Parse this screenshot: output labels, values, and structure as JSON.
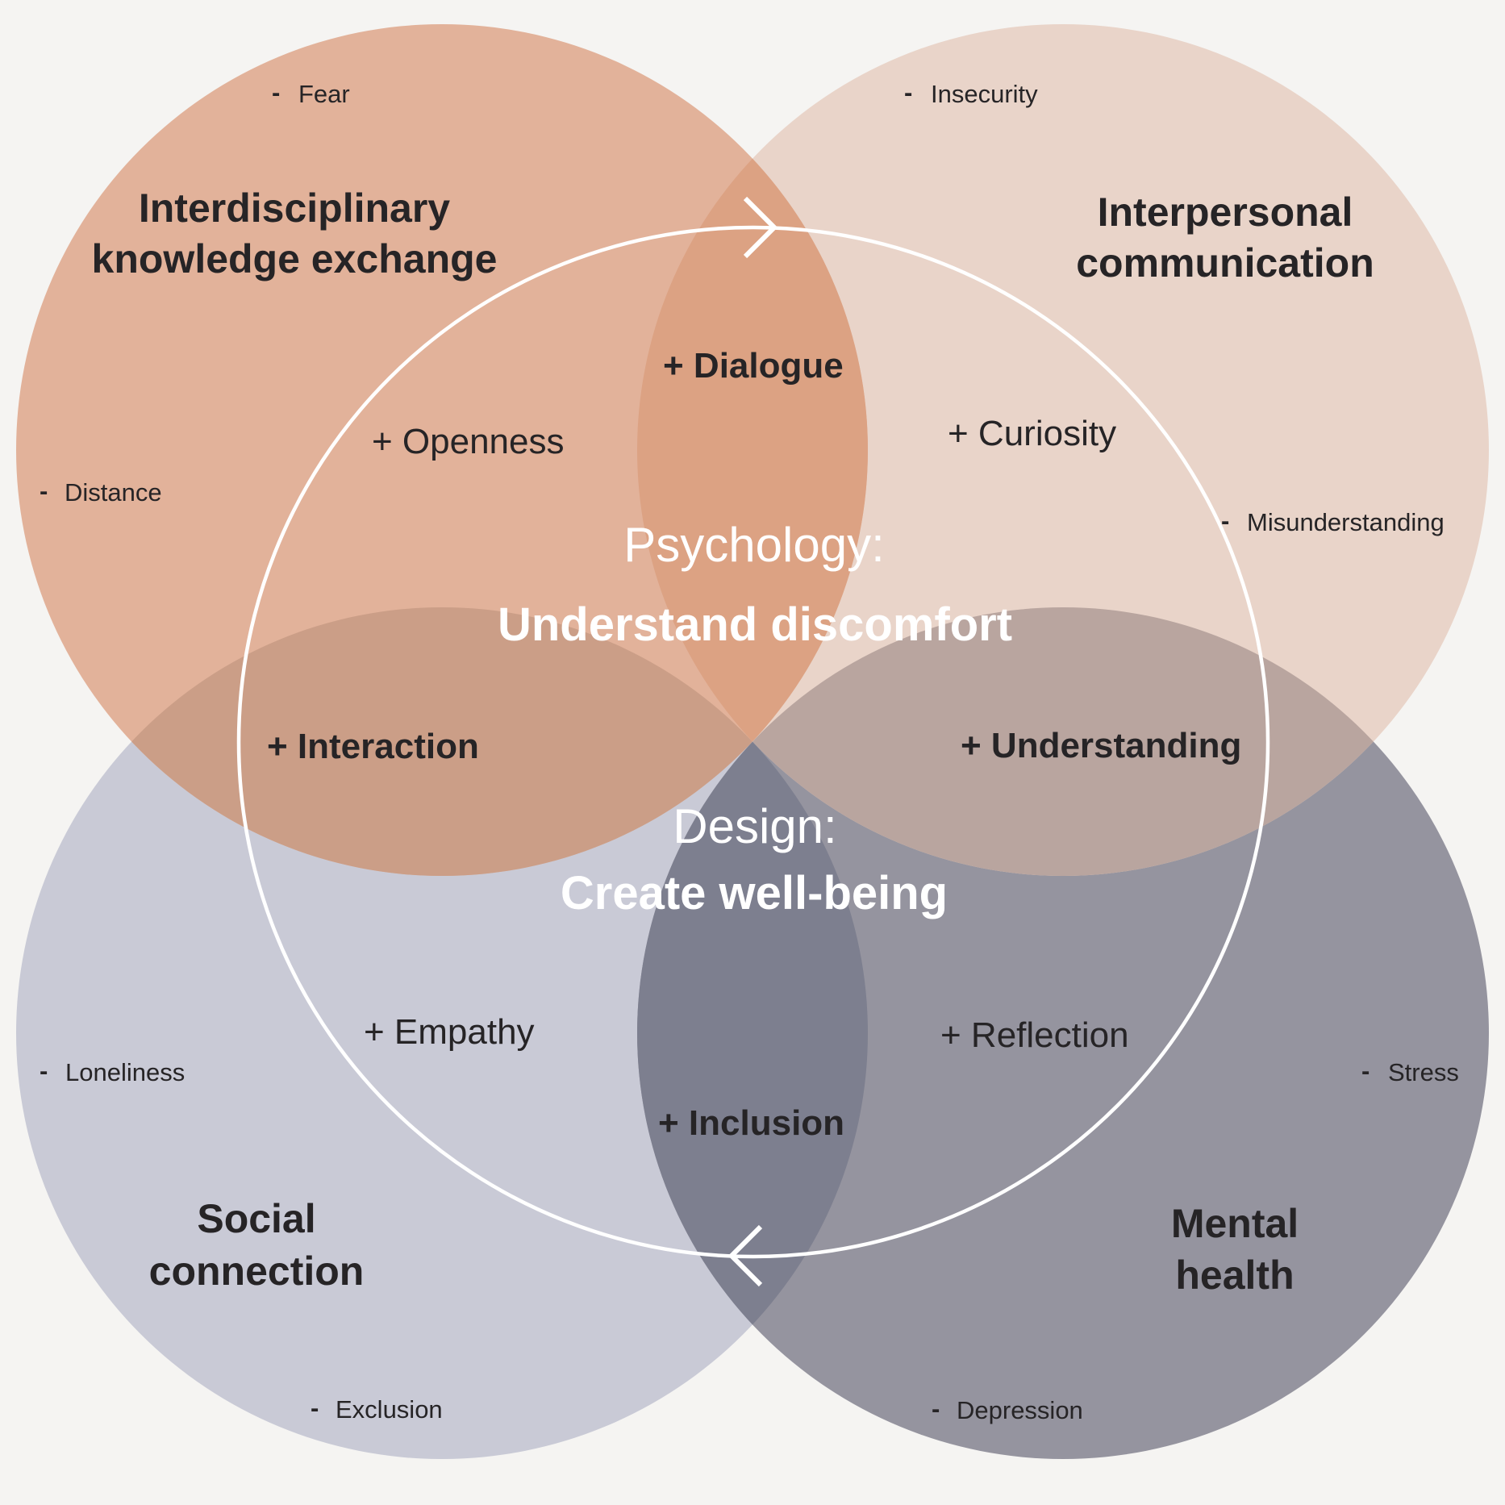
{
  "colors": {
    "background": "#f5f4f2",
    "circle_top_left": "#e2b29a",
    "circle_top_right": "#e9d4c9",
    "circle_bottom_left": "#c9cad6",
    "circle_bottom_right": "#95949f",
    "overlap_top": "#dca283",
    "overlap_left": "#cb9e87",
    "overlap_right": "#b9a59f",
    "overlap_bottom": "#7d7f8f",
    "ring": "#ffffff",
    "text": "#262426"
  },
  "circles": {
    "top_left": {
      "title_line1": "Interdisciplinary",
      "title_line2": "knowledge exchange",
      "negatives": [
        "Fear",
        "Distance"
      ]
    },
    "top_right": {
      "title_line1": "Interpersonal",
      "title_line2": "communication",
      "negatives": [
        "Insecurity",
        "Misunderstanding"
      ]
    },
    "bottom_left": {
      "title_line1": "Social",
      "title_line2": "connection",
      "negatives": [
        "Loneliness",
        "Exclusion"
      ]
    },
    "bottom_right": {
      "title_line1": "Mental",
      "title_line2": "health",
      "negatives": [
        "Stress",
        "Depression"
      ]
    }
  },
  "negative_marker": "-",
  "positives": {
    "openness": "+ Openness",
    "dialogue": "+ Dialogue",
    "curiosity": "+ Curiosity",
    "interaction": "+ Interaction",
    "understanding": "+ Understanding",
    "empathy": "+ Empathy",
    "inclusion": "+ Inclusion",
    "reflection": "+ Reflection"
  },
  "center": {
    "psychology_label": "Psychology:",
    "psychology_goal": "Understand discomfort",
    "design_label": "Design:",
    "design_goal": "Create well-being"
  },
  "cycle": {
    "direction": "clockwise",
    "arrow_top": "arrow-right",
    "arrow_bottom": "arrow-left"
  }
}
